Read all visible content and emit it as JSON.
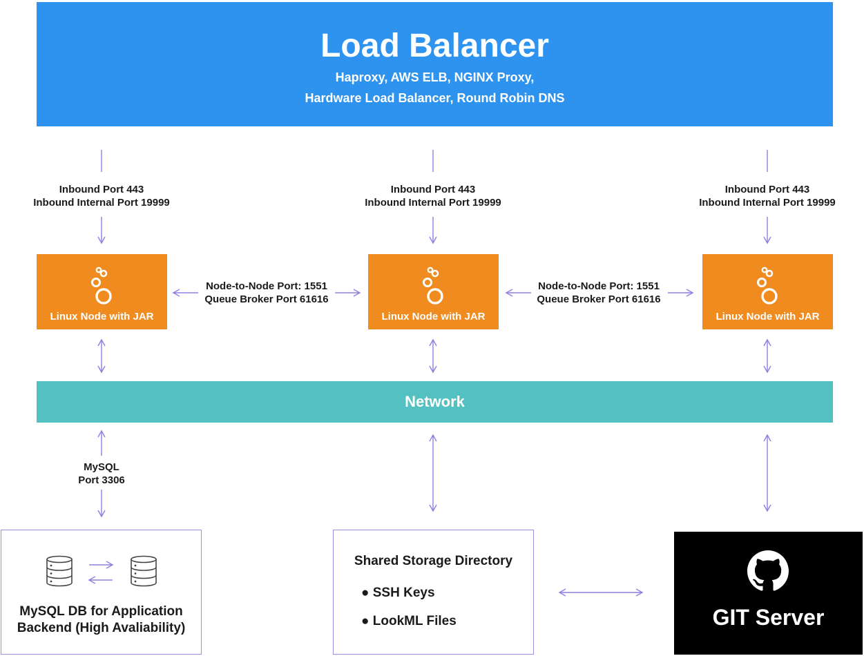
{
  "load_balancer": {
    "title": "Load Balancer",
    "subtitle_line1": "Haproxy, AWS ELB, NGINX Proxy,",
    "subtitle_line2": "Hardware Load Balancer, Round Robin DNS"
  },
  "inbound": {
    "line1": "Inbound Port 443",
    "line2": "Inbound Internal Port 19999"
  },
  "node_link": {
    "line1": "Node-to-Node Port: 1551",
    "line2": "Queue Broker Port 61616"
  },
  "node": {
    "label": "Linux Node with JAR"
  },
  "network": {
    "label": "Network"
  },
  "mysql_link": {
    "line1": "MySQL",
    "line2": "Port 3306"
  },
  "mysql_db": {
    "line1": "MySQL DB for Application",
    "line2": "Backend (High Avaliability)"
  },
  "shared_storage": {
    "title": "Shared Storage Directory",
    "items": [
      "● SSH Keys",
      "● LookML Files"
    ]
  },
  "git": {
    "label": "GIT Server"
  },
  "colors": {
    "load_balancer": "#2d93ee",
    "node": "#ef8b1f",
    "network": "#53c1c1",
    "arrow": "#8f7ee0",
    "git": "#000000"
  }
}
